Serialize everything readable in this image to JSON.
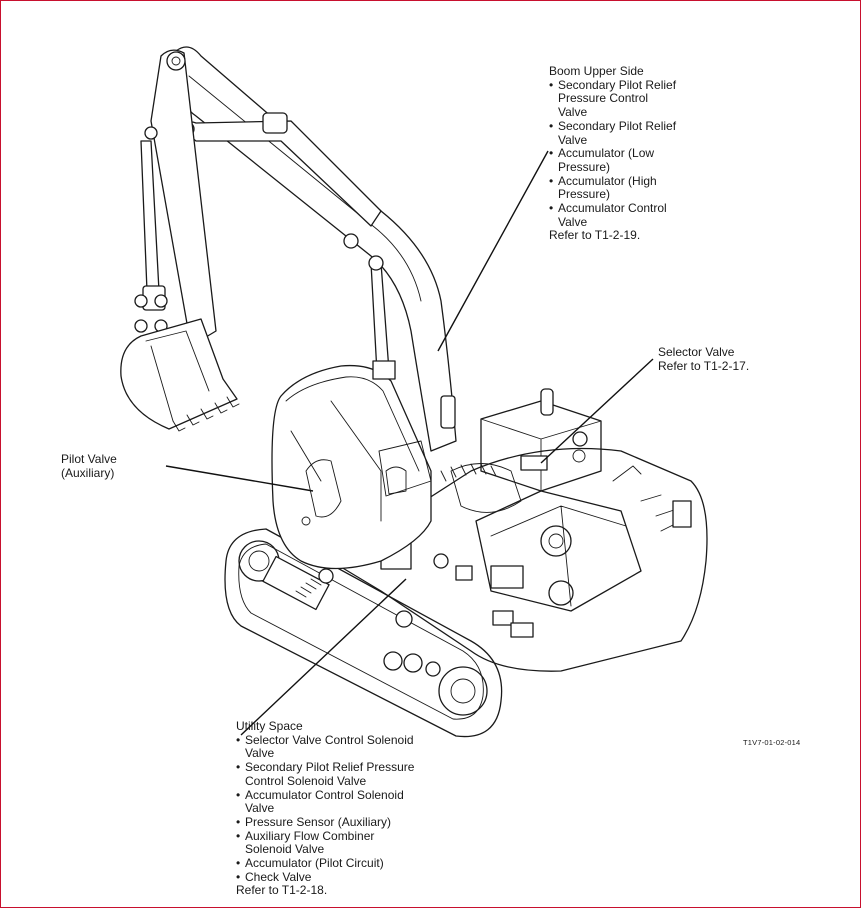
{
  "diagram": {
    "callouts": {
      "boom_upper_side": {
        "title": "Boom Upper Side",
        "items": [
          [
            "Secondary Pilot Relief",
            "Pressure Control",
            "Valve"
          ],
          [
            "Secondary Pilot Relief",
            "Valve"
          ],
          [
            "Accumulator (Low",
            "Pressure)"
          ],
          [
            "Accumulator (High",
            "Pressure)"
          ],
          [
            "Accumulator Control",
            "Valve"
          ]
        ],
        "reference": "Refer to T1-2-19."
      },
      "selector_valve": {
        "title": "Selector Valve",
        "reference": "Refer to T1-2-17."
      },
      "pilot_valve": {
        "line1": "Pilot Valve",
        "line2": "(Auxiliary)"
      },
      "utility_space": {
        "title": "Utility Space",
        "items": [
          [
            "Selector Valve Control Solenoid",
            "Valve"
          ],
          [
            "Secondary Pilot Relief Pressure",
            "Control Solenoid Valve"
          ],
          [
            "Accumulator Control Solenoid",
            "Valve"
          ],
          [
            "Pressure Sensor (Auxiliary)"
          ],
          [
            "Auxiliary Flow Combiner",
            "Solenoid Valve"
          ],
          [
            "Accumulator (Pilot Circuit)"
          ],
          [
            "Check Valve"
          ]
        ],
        "reference": "Refer to T1-2-18."
      }
    },
    "figure_code": "T1V7-01-02-014",
    "bullet_glyph": "•",
    "frame_color": "#c8102e"
  }
}
